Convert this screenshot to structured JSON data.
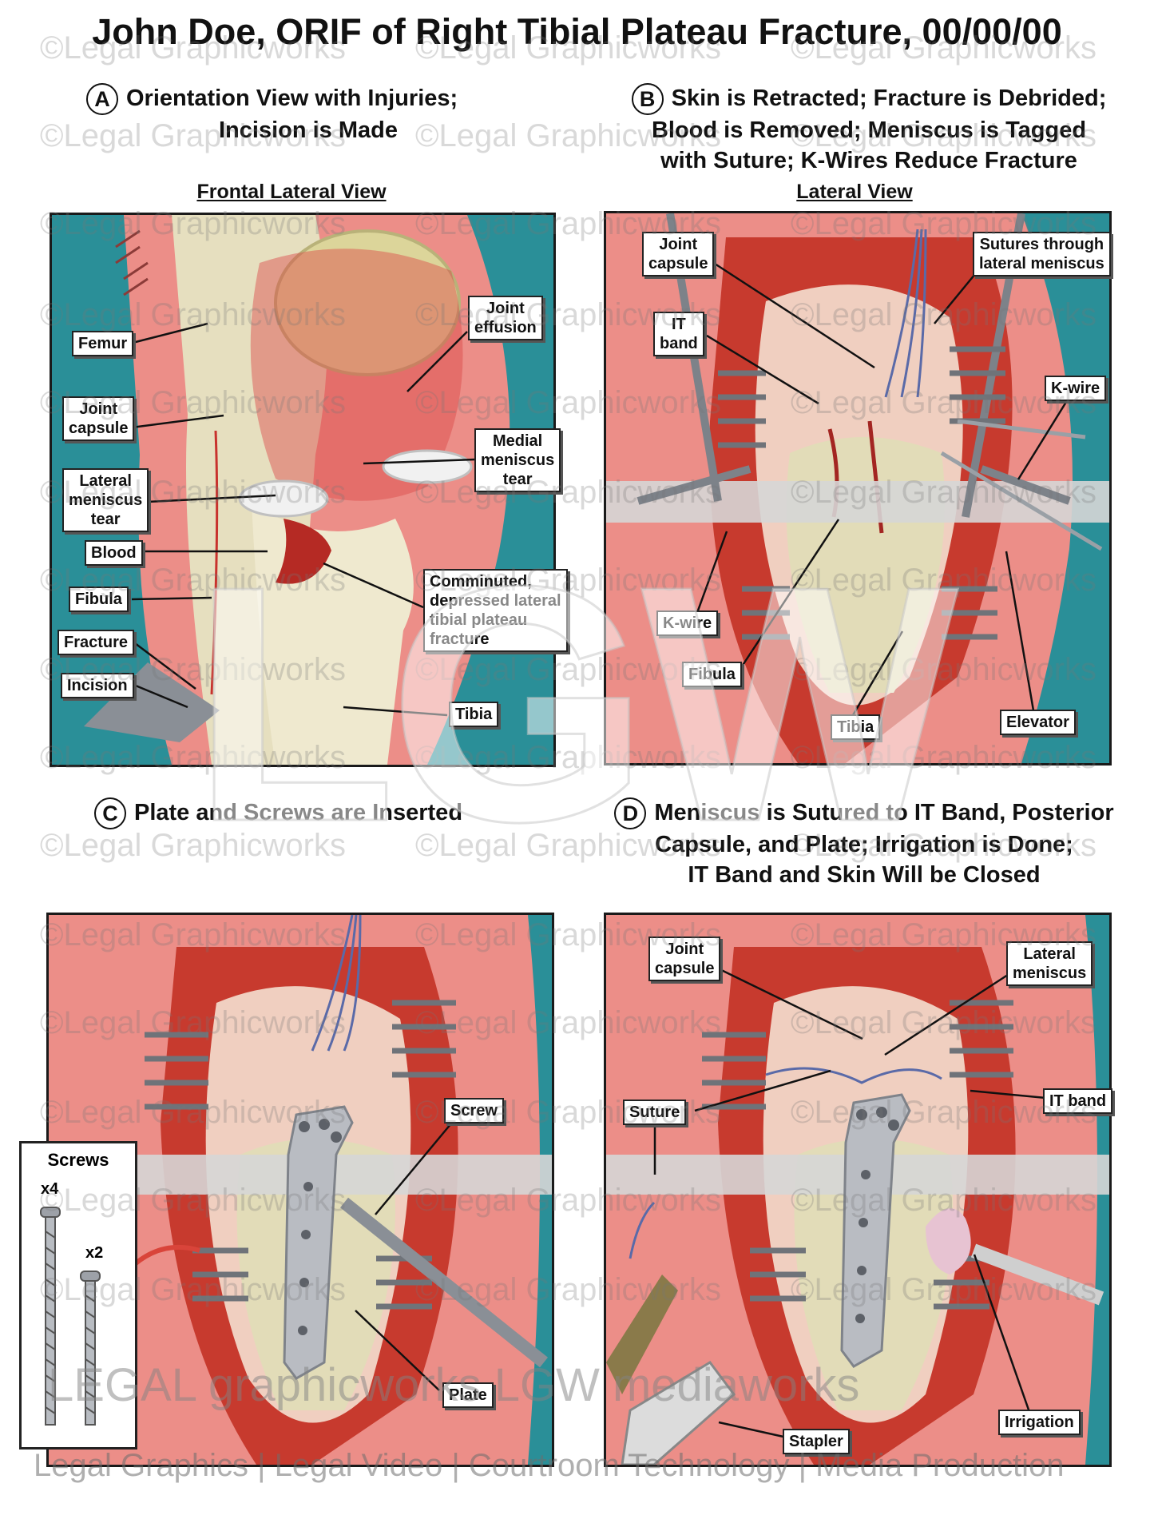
{
  "title": "John Doe, ORIF of Right Tibial Plateau Fracture, 00/00/00",
  "sections": {
    "a": {
      "badge": "A",
      "line1": "Orientation View with Injuries;",
      "line2": "Incision is Made",
      "view": "Frontal Lateral View"
    },
    "b": {
      "badge": "B",
      "line1": "Skin is Retracted; Fracture is Debrided;",
      "line2": "Blood is Removed; Meniscus is Tagged",
      "line3": "with Suture; K-Wires Reduce Fracture",
      "view": "Lateral View"
    },
    "c": {
      "badge": "C",
      "line1": "Plate and Screws are Inserted"
    },
    "d": {
      "badge": "D",
      "line1": "Meniscus is Sutured to IT Band, Posterior",
      "line2": "Capsule, and Plate; Irrigation is Done;",
      "line3": "IT Band and Skin Will be Closed"
    }
  },
  "labels_a": {
    "femur": "Femur",
    "joint_capsule_1": "Joint",
    "joint_capsule_2": "capsule",
    "lateral_meniscus_1": "Lateral",
    "lateral_meniscus_2": "meniscus",
    "lateral_meniscus_3": "tear",
    "blood": "Blood",
    "fibula": "Fibula",
    "fracture": "Fracture",
    "incision": "Incision",
    "joint_effusion_1": "Joint",
    "joint_effusion_2": "effusion",
    "medial_meniscus_1": "Medial",
    "medial_meniscus_2": "meniscus",
    "medial_meniscus_3": "tear",
    "comminuted_1": "Comminuted,",
    "comminuted_2": "depressed lateral",
    "comminuted_3": "tibial plateau",
    "comminuted_4": "fracture",
    "tibia": "Tibia"
  },
  "labels_b": {
    "joint_capsule_1": "Joint",
    "joint_capsule_2": "capsule",
    "it_band_1": "IT",
    "it_band_2": "band",
    "sutures_1": "Sutures through",
    "sutures_2": "lateral meniscus",
    "kwire_right": "K-wire",
    "kwire_left": "K-wire",
    "fibula": "Fibula",
    "tibia": "Tibia",
    "elevator": "Elevator"
  },
  "labels_c": {
    "screw": "Screw",
    "plate": "Plate",
    "screws_title": "Screws",
    "x4": "x4",
    "x2": "x2"
  },
  "labels_d": {
    "joint_capsule_1": "Joint",
    "joint_capsule_2": "capsule",
    "lateral_meniscus_1": "Lateral",
    "lateral_meniscus_2": "meniscus",
    "suture": "Suture",
    "it_band": "IT band",
    "irrigation": "Irrigation",
    "stapler": "Stapler"
  },
  "watermark": {
    "text": "©Legal Graphicworks",
    "lgw": "LGW",
    "brand": "LEGAL graphicworks  LGW mediaworks",
    "footer": "Legal Graphics | Legal Video | Courtroom Technology | Media Production"
  },
  "colors": {
    "skin": "#e98a86",
    "teal": "#2a8f98",
    "bone": "#e2dcb8",
    "tissue_red": "#c8322d",
    "plate_metal": "#b9bcc2"
  }
}
